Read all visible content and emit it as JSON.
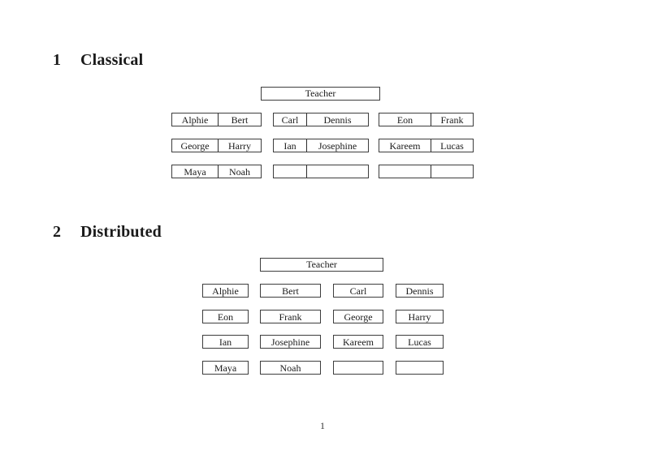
{
  "page": {
    "number": "1"
  },
  "colors": {
    "background": "#ffffff",
    "text": "#1a1a1a",
    "border": "#3d3d3d"
  },
  "sections": {
    "classical": {
      "number": "1",
      "title": "Classical",
      "teacher_label": "Teacher",
      "rows": [
        [
          [
            "Alphie",
            "Bert"
          ],
          [
            "Carl",
            "Dennis"
          ],
          [
            "Eon",
            "Frank"
          ]
        ],
        [
          [
            "George",
            "Harry"
          ],
          [
            "Ian",
            "Josephine"
          ],
          [
            "Kareem",
            "Lucas"
          ]
        ],
        [
          [
            "Maya",
            "Noah"
          ],
          [
            "",
            ""
          ],
          [
            "",
            ""
          ]
        ]
      ]
    },
    "distributed": {
      "number": "2",
      "title": "Distributed",
      "teacher_label": "Teacher",
      "rows": [
        [
          "Alphie",
          "Bert",
          "Carl",
          "Dennis"
        ],
        [
          "Eon",
          "Frank",
          "George",
          "Harry"
        ],
        [
          "Ian",
          "Josephine",
          "Kareem",
          "Lucas"
        ],
        [
          "Maya",
          "Noah",
          "",
          ""
        ]
      ]
    }
  }
}
